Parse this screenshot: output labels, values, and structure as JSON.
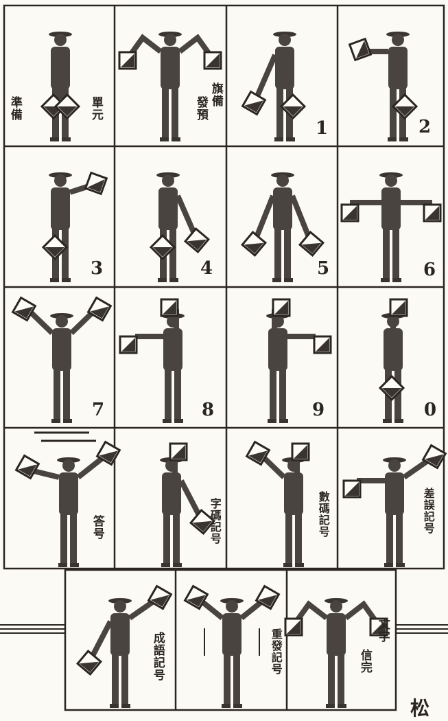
{
  "rows": [
    [
      {
        "labels": [
          "準備",
          "單元"
        ],
        "pose": "ready"
      },
      {
        "labels": [
          "旗備",
          "發預"
        ],
        "pose": "wave"
      },
      {
        "labels": [
          "1"
        ],
        "pose": "num1"
      },
      {
        "labels": [
          "2"
        ],
        "pose": "num2"
      }
    ],
    [
      {
        "labels": [
          "3"
        ],
        "pose": "num3"
      },
      {
        "labels": [
          "4"
        ],
        "pose": "num4"
      },
      {
        "labels": [
          "5"
        ],
        "pose": "num5"
      },
      {
        "labels": [
          "6"
        ],
        "pose": "num6"
      }
    ],
    [
      {
        "labels": [
          "7"
        ],
        "pose": "num7"
      },
      {
        "labels": [
          "8"
        ],
        "pose": "num8"
      },
      {
        "labels": [
          "9"
        ],
        "pose": "num9"
      },
      {
        "labels": [
          "0"
        ],
        "pose": "num0"
      }
    ],
    [
      {
        "labels": [
          "答号"
        ],
        "pose": "answer"
      },
      {
        "labels": [
          "字碼記号"
        ],
        "pose": "letters"
      },
      {
        "labels": [
          "數碼記号"
        ],
        "pose": "numbers"
      },
      {
        "labels": [
          "差誤記号"
        ],
        "pose": "error"
      }
    ]
  ],
  "bottom_row": [
    {
      "labels": [
        "成語記号"
      ],
      "pose": "phrase"
    },
    {
      "labels": [
        "重發記号"
      ],
      "pose": "repeat"
    },
    {
      "labels": [
        "文字",
        "信完"
      ],
      "pose": "end"
    }
  ],
  "corner_mark": "松",
  "colors": {
    "ink": "#2a2522",
    "paper": "#fcfbf6",
    "figure": "#4a4440"
  }
}
